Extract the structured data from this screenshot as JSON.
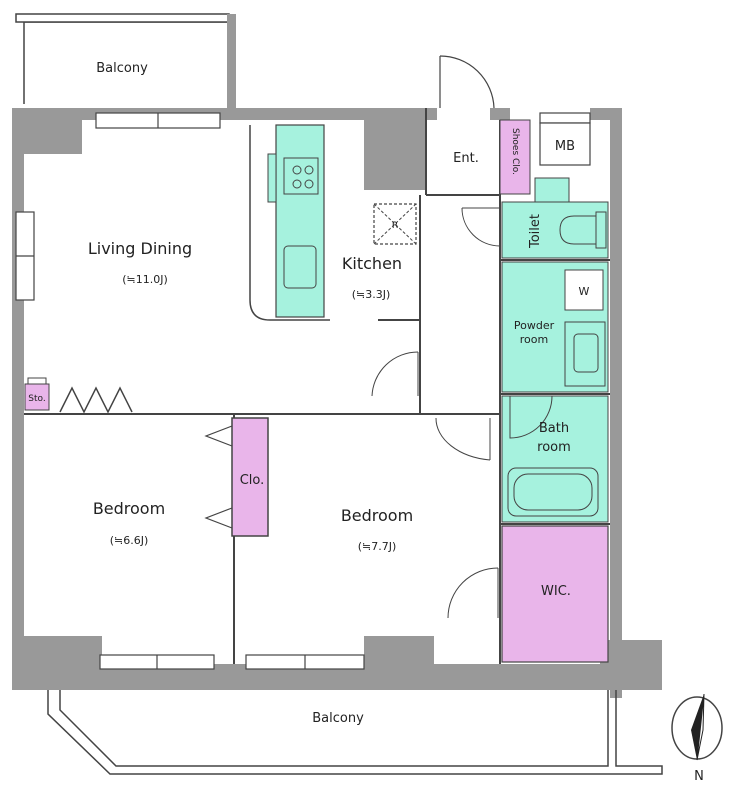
{
  "colors": {
    "wall": "#999999",
    "wet_area": "#a6f2de",
    "storage": "#e9b5ea",
    "line": "#444444",
    "background": "#ffffff"
  },
  "rooms": {
    "balcony_top": "Balcony",
    "living_dining": "Living Dining",
    "living_dining_area": "(≒11.0J)",
    "kitchen": "Kitchen",
    "kitchen_area": "(≒3.3J)",
    "entrance": "Ent.",
    "shoes_closet": "Shoes Clo.",
    "meter_box": "MB",
    "toilet": "Toilet",
    "washer": "W",
    "powder_room": [
      "Powder",
      "room"
    ],
    "bath_room": [
      "Bath",
      "room"
    ],
    "storage": "Sto.",
    "closet": "Clo.",
    "bedroom_west": "Bedroom",
    "bedroom_west_area": "(≒6.6J)",
    "bedroom_east": "Bedroom",
    "bedroom_east_area": "(≒7.7J)",
    "walk_in_closet": "WIC.",
    "balcony_bottom": "Balcony",
    "refrigerator_mark": "R",
    "north_mark": "N"
  }
}
